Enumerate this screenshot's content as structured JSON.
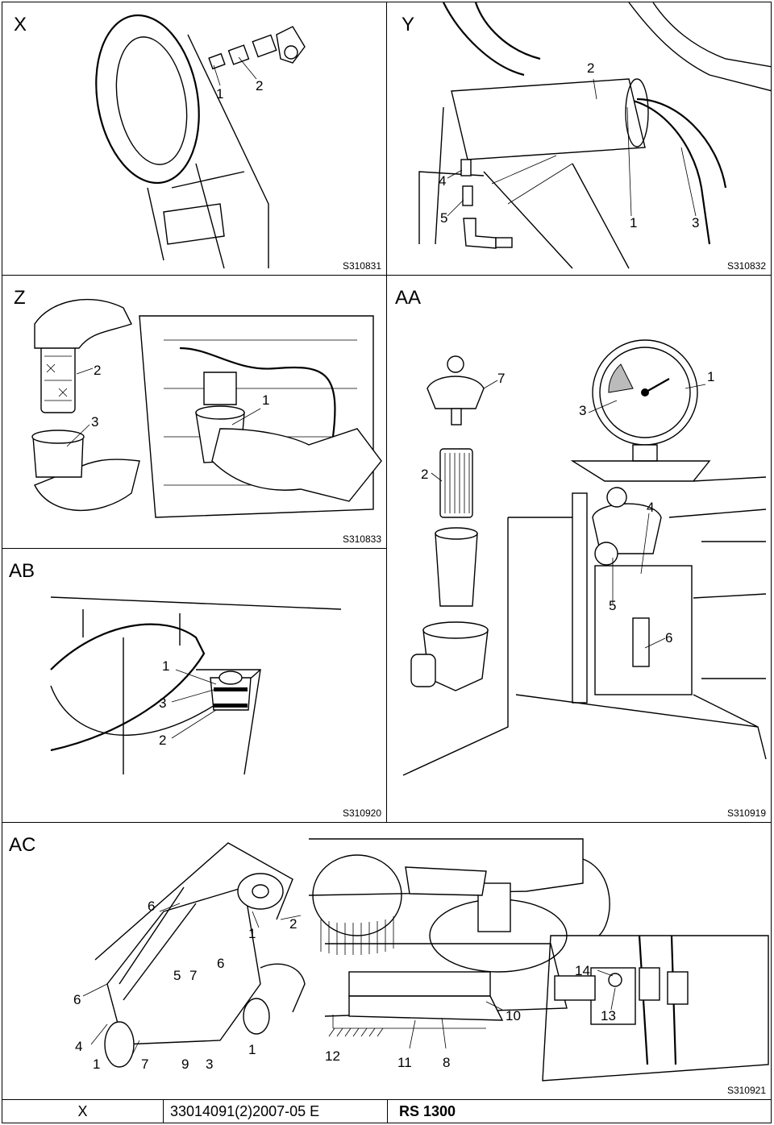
{
  "panels": {
    "x": {
      "label": "X",
      "code": "S310831",
      "callouts": [
        "1",
        "2"
      ]
    },
    "y": {
      "label": "Y",
      "code": "S310832",
      "callouts": [
        "2",
        "4",
        "5",
        "1",
        "3"
      ]
    },
    "z": {
      "label": "Z",
      "code": "S310833",
      "callouts": [
        "2",
        "1",
        "3"
      ]
    },
    "aa": {
      "label": "AA",
      "code": "S310919",
      "callouts": [
        "7",
        "1",
        "3",
        "2",
        "4",
        "5",
        "6"
      ]
    },
    "ab": {
      "label": "AB",
      "code": "S310920",
      "callouts": [
        "1",
        "3",
        "2"
      ]
    },
    "ac": {
      "label": "AC",
      "code": "S310921",
      "callouts": [
        "6",
        "1",
        "2",
        "5",
        "7",
        "6",
        "6",
        "4",
        "1",
        "7",
        "9",
        "3",
        "1",
        "12",
        "11",
        "8",
        "10",
        "14",
        "13"
      ]
    }
  },
  "footer": {
    "mark": "X",
    "doc_number": "33014091(2)2007-05 E",
    "model": "RS 1300"
  }
}
